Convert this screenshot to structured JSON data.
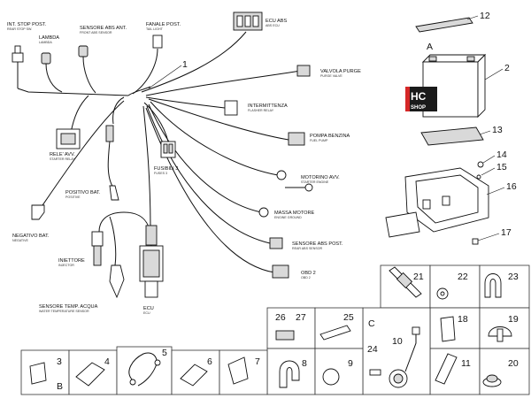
{
  "labels": {
    "int_stop": "INT. STOP POST.",
    "int_stop_sub": "REAR STOP SW.",
    "lambda": "LAMBDA",
    "lambda_sub": "LAMBDA",
    "sensore_abs_ant": "SENSORE ABS ANT.",
    "sensore_abs_ant_sub": "FRONT ABS SENSOR",
    "fanale_post": "FANALE POST.",
    "fanale_post_sub": "TAIL LIGHT",
    "ecu_abs": "ECU ABS",
    "ecu_abs_sub": "ABS ECU",
    "valvola_purge": "VALVOLA PURGE",
    "valvola_purge_sub": "PURGE VALVE",
    "intermittenza": "INTERMITTENZA",
    "intermittenza_sub": "FLASHER RELAY",
    "pompa_benzina": "POMPA BENZINA",
    "pompa_benzina_sub": "FUEL PUMP",
    "rele_avv": "RELE' AVV.",
    "rele_avv_sub": "STARTER RELAY",
    "fusibili": "FUSIBILI 3",
    "fusibili_sub": "FUSES 3",
    "motorino_avv": "MOTORINO AVV.",
    "motorino_avv_sub": "STARTER ENGINE",
    "positivo_bat": "POSITIVO BAT.",
    "positivo_bat_sub": "POSITIVE",
    "massa_motore": "MASSA MOTORE",
    "massa_motore_sub": "ENGINE GROUND",
    "negativo_bat": "NEGATIVO BAT.",
    "negativo_bat_sub": "NEGATIVE",
    "sensore_abs_post": "SENSORE ABS POST.",
    "sensore_abs_post_sub": "REAR ABS SENSOR",
    "iniettore": "INIETTORE",
    "iniettore_sub": "INJECTOR",
    "obd": "OBD 2",
    "obd_sub": "OBD 2",
    "sensore_temp": "SENSORE TEMP. ACQUA",
    "sensore_temp_sub": "WATER TEMPERATURE SENSOR",
    "ecu": "ECU",
    "ecu_sub": "ECU"
  },
  "letters": {
    "a": "A",
    "b": "B",
    "c": "C"
  },
  "logo": {
    "hc": "HC",
    "shop": "SHOP"
  },
  "numbers": {
    "n1": "1",
    "n2": "2",
    "n3": "3",
    "n4": "4",
    "n5": "5",
    "n6": "6",
    "n7": "7",
    "n8": "8",
    "n9": "9",
    "n10": "10",
    "n11": "11",
    "n12": "12",
    "n13": "13",
    "n14": "14",
    "n15": "15",
    "n16": "16",
    "n17": "17",
    "n18": "18",
    "n19": "19",
    "n20": "20",
    "n21": "21",
    "n22": "22",
    "n23": "23",
    "n24": "24",
    "n25": "25",
    "n26": "26",
    "n27": "27"
  }
}
